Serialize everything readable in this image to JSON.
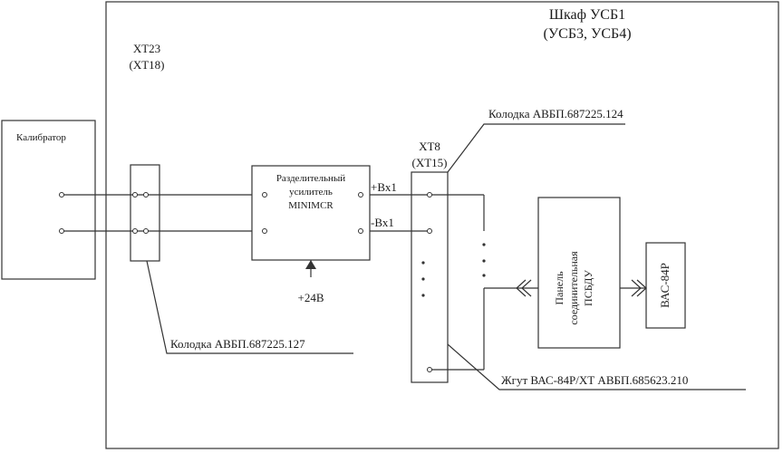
{
  "cabinet": {
    "title": "Шкаф УСБ1",
    "subtitle": "(УСБ3, УСБ4)"
  },
  "calibrator": {
    "label": "Калибратор"
  },
  "xt23": {
    "label": "ХТ23",
    "alt_label": "(ХТ18)",
    "callout": "Колодка  АВБП.687225.127"
  },
  "amplifier": {
    "line1": "Разделительный",
    "line2": "усилитель",
    "line3": "MINIMCR",
    "supply": "+24В"
  },
  "inputs": {
    "plus": "+Вх1",
    "minus": "-Вх1"
  },
  "xt8": {
    "label": "ХТ8",
    "alt_label": "(ХТ15)",
    "callout": "Колодка АВБП.687225.124"
  },
  "panel": {
    "line1": "Панель",
    "line2": "соединительная",
    "line3": "ПСБДУ"
  },
  "vac": {
    "label": "ВАС-84Р"
  },
  "harness": {
    "callout": "Жгут  ВАС-84Р/ХТ АВБП.685623.210"
  },
  "colors": {
    "line": "#333333",
    "background": "#ffffff"
  }
}
